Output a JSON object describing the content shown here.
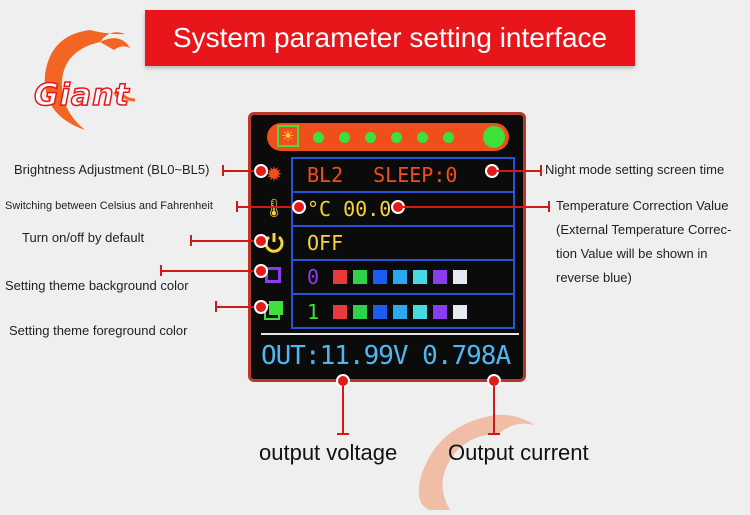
{
  "banner": {
    "title": "System parameter setting interface"
  },
  "logo": {
    "text": "Giant"
  },
  "screen": {
    "rows": [
      {
        "icon": "sun-icon",
        "text_left": "BL2",
        "text_right": "SLEEP:0"
      },
      {
        "icon": "thermometer-icon",
        "text_left": "°C 00.0"
      },
      {
        "icon": "power-icon",
        "text_left": "OFF"
      },
      {
        "icon": "background-theme-icon",
        "text_left": "0"
      },
      {
        "icon": "foreground-theme-icon",
        "text_left": "1"
      }
    ],
    "swatches": [
      "#e83a3a",
      "#2ed14a",
      "#1d5cf0",
      "#2aa8f0",
      "#46d9e0",
      "#8a3cf0",
      "#e8e8f0"
    ],
    "output": "OUT:11.99V 0.798A"
  },
  "annotations": {
    "brightness": "Brightness Adjustment (BL0~BL5)",
    "celsius": "Switching between Celsius and Fahrenheit",
    "onoff": "Turn on/off by default",
    "background": "Setting theme background color",
    "foreground": "Setting theme foreground color",
    "night": "Night mode setting screen time",
    "temp_line1": "Temperature Correction Value",
    "temp_line2": "(External Temperature Correc-",
    "temp_line3": "tion Value will be shown in",
    "temp_line4": "reverse blue)",
    "voltage": "output voltage",
    "current": "Output current"
  },
  "colors": {
    "accent": "#e8161b",
    "screen_border": "#2a52d8",
    "output_text": "#4fb7f0",
    "topbar": "#f04e1c",
    "indicator": "#3ee03a"
  }
}
